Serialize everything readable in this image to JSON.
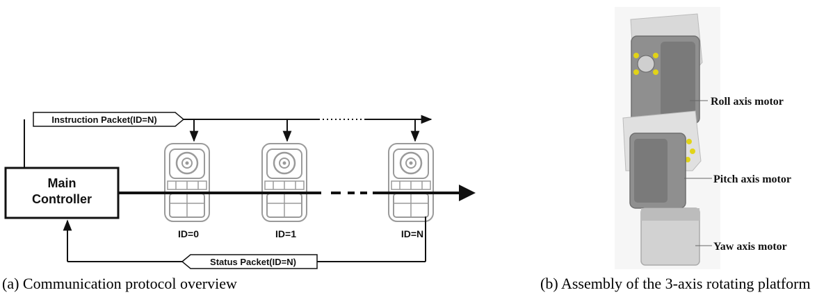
{
  "panel_a": {
    "main_controller": [
      "Main",
      "Controller"
    ],
    "instruction_packet": "Instruction Packet(ID=N)",
    "status_packet": "Status Packet(ID=N)",
    "motor_ids": [
      "ID=0",
      "ID=1",
      "ID=N"
    ],
    "caption": "(a) Communication protocol overview"
  },
  "panel_b": {
    "motor_labels": [
      "Roll axis motor",
      "Pitch axis motor",
      "Yaw axis motor"
    ],
    "caption": "(b) Assembly of the 3-axis rotating platform"
  },
  "colors": {
    "line": "#111111",
    "motor_outline": "#9a9a9a",
    "platform_body": "#8f8f8f",
    "platform_light": "#d9d9d9",
    "bolt_accent": "#e1d317"
  }
}
